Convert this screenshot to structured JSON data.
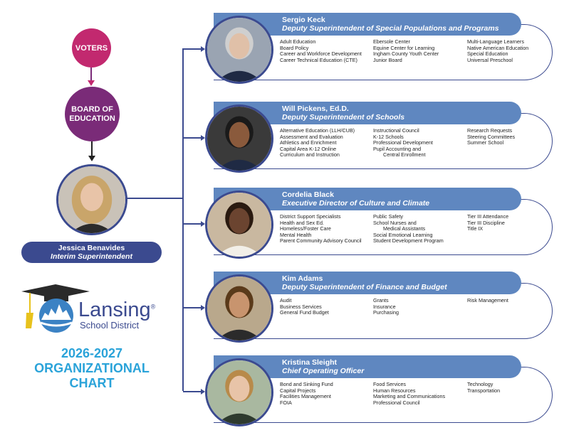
{
  "voters": "VOTERS",
  "board": [
    "BOARD OF",
    "EDUCATION"
  ],
  "superintendent": {
    "name": "Jessica Benavides",
    "title": "Interim Superintendent"
  },
  "logo": {
    "name": "Lansing",
    "registered": "®",
    "sub": "School District"
  },
  "heading": [
    "2026-2027",
    "ORGANIZATIONAL",
    "CHART"
  ],
  "colors": {
    "navy": "#3b4a8f",
    "header_blue": "#5f87c0",
    "voters_pink": "#c2296f",
    "board_purple": "#7a2b78",
    "heading_cyan": "#2aa3d9",
    "cap_gold": "#e8c21c"
  },
  "leaders": [
    {
      "name": "Sergio Keck",
      "title": "Deputy Superintendent of Special Populations and Programs",
      "columns": [
        [
          "Adult Education",
          "Board Policy",
          "Career and Workforce Development",
          "Career Technical Education (CTE)"
        ],
        [
          "Ebersole Center",
          "Equine Center for Learning",
          "Ingham County Youth Center",
          "Junior Board"
        ],
        [
          "Multi-Language Learners",
          "Native American Education",
          "Special Education",
          "Universal Preschool"
        ]
      ]
    },
    {
      "name": "Will Pickens, Ed.D.",
      "title": "Deputy Superintendent of Schools",
      "columns": [
        [
          "Alternative Education (LLH/CUB)",
          "Assessment and Evaluation",
          "Athletics and Enrichment",
          "Capital Area K-12 Online",
          "Curriculum and Instruction"
        ],
        [
          "Instructional Council",
          "K-12 Schools",
          "Professional Development",
          "Pupil Accounting and",
          "Central Enrollment"
        ],
        [
          "Research Requests",
          "Steering Committees",
          "Summer School"
        ]
      ]
    },
    {
      "name": "Cordelia Black",
      "title": "Executive Director of Culture and Climate",
      "columns": [
        [
          "District Support Specialists",
          "Health and Sex Ed.",
          "Homeless/Foster Care",
          "Mental Health",
          "Parent Community Advisory Council"
        ],
        [
          "Public Safety",
          "School Nurses and",
          "Medical Assistants",
          "Social Emotional Learning",
          "Student Development Program"
        ],
        [
          "Tier III Attendance",
          "Tier III Discipline",
          "Title IX"
        ]
      ]
    },
    {
      "name": "Kim Adams",
      "title": "Deputy Superintendent of Finance and Budget",
      "columns": [
        [
          "Audit",
          "Business Services",
          "General Fund Budget"
        ],
        [
          "Grants",
          "Insurance",
          "Purchasing"
        ],
        [
          "Risk Management"
        ]
      ]
    },
    {
      "name": "Kristina Sleight",
      "title": "Chief Operating Officer",
      "columns": [
        [
          "Bond and Sinking Fund",
          "Capital Projects",
          "Facilities Management",
          "FOIA"
        ],
        [
          "Food Services",
          "Human Resources",
          "Marketing and Communications",
          "Professional Council"
        ],
        [
          "Technology",
          "Transportation"
        ]
      ]
    }
  ]
}
